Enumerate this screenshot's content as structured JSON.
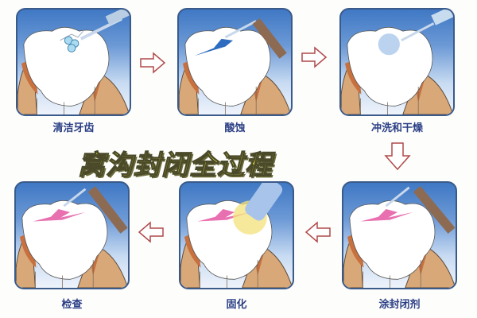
{
  "title": "窝沟封闭全过程",
  "steps": [
    {
      "label": "清洁牙齿",
      "tool": "water-spray"
    },
    {
      "label": "酸蚀",
      "tool": "etching-applicator"
    },
    {
      "label": "冲洗和干燥",
      "tool": "air-water-syringe"
    },
    {
      "label": "涂封闭剂",
      "tool": "sealant-applicator"
    },
    {
      "label": "固化",
      "tool": "curing-light"
    },
    {
      "label": "检查",
      "tool": "explorer-probe"
    }
  ],
  "colors": {
    "label": "#2b3f86",
    "title_fill": "#f4f23a",
    "arrow": "#b04a4a",
    "sealant": "#e870b0",
    "etch": "#2e6cc0"
  }
}
